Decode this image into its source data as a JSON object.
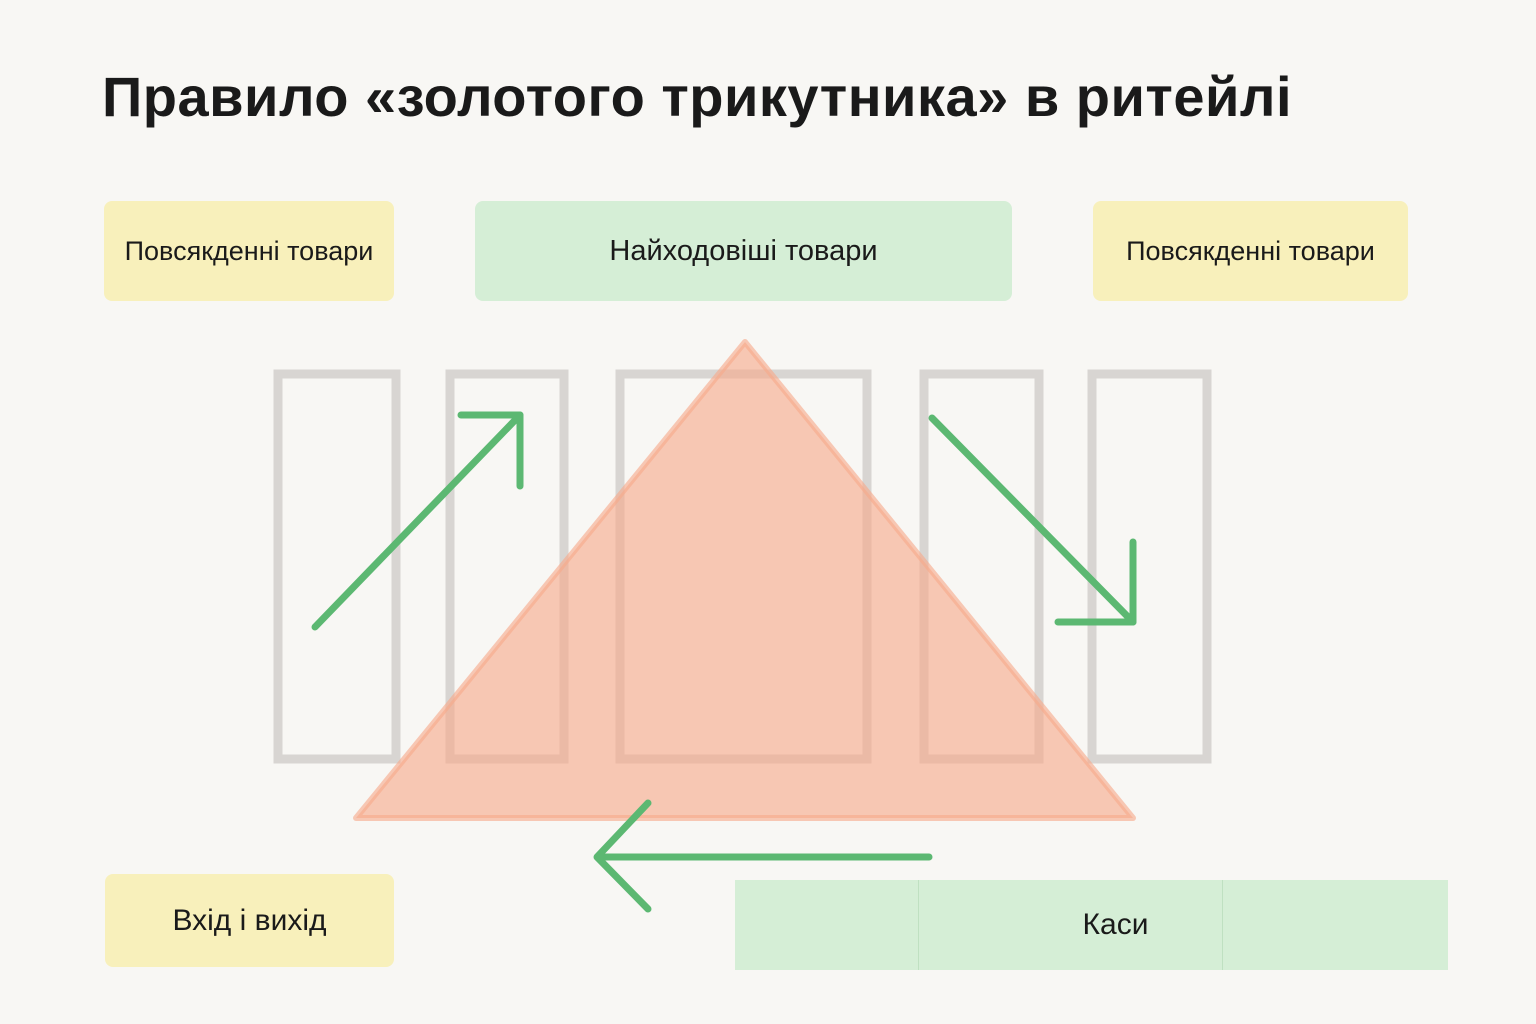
{
  "title": "Правило «золотого трикутника» в ритейлі",
  "zones": {
    "top_left": "Повсякденні товари",
    "top_center": "Найходовіші товари",
    "top_right": "Повсякденні товари",
    "entrance": "Вхід і вихід",
    "checkouts": "Каси"
  },
  "icons": {
    "path_arrows": [
      "arrow-up-right-icon",
      "arrow-down-right-icon",
      "arrow-left-icon"
    ]
  },
  "colors": {
    "background": "#f8f7f4",
    "everyday_zone": "#f8f0bb",
    "bestseller_zone": "#d5eed6",
    "triangle": "#f7a98a",
    "arrow": "#5cb872",
    "shelf_outline": "#d8d5d2"
  }
}
